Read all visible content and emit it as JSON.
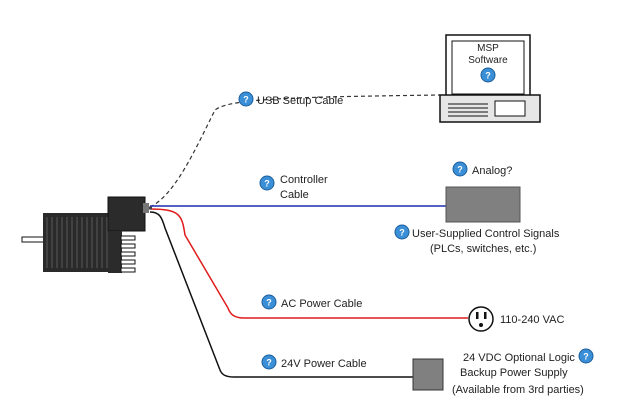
{
  "diagram": {
    "pc": {
      "title_line1": "MSP",
      "title_line2": "Software"
    },
    "usb_cable_label": "USB Setup Cable",
    "controller_cable_label_line1": "Controller",
    "controller_cable_label_line2": "Cable",
    "analog_label": "Analog?",
    "control_signals_line1": "User-Supplied Control Signals",
    "control_signals_line2": "(PLCs, switches, etc.)",
    "ac_cable_label": "AC Power Cable",
    "ac_voltage_label": "110-240 VAC",
    "dc_cable_label": "24V Power Cable",
    "logic_supply_line1": "24 VDC Optional Logic",
    "logic_supply_line2": "Backup Power Supply",
    "logic_supply_line3": "(Available from 3rd parties)",
    "help_glyph": "?",
    "colors": {
      "controller_cable": "#1a2fb0",
      "ac_cable": "#e01b1b",
      "dc_cable": "#111111",
      "usb_cable": "#333333",
      "help_icon": "#3a8fd6",
      "box_gray": "#808080"
    }
  }
}
